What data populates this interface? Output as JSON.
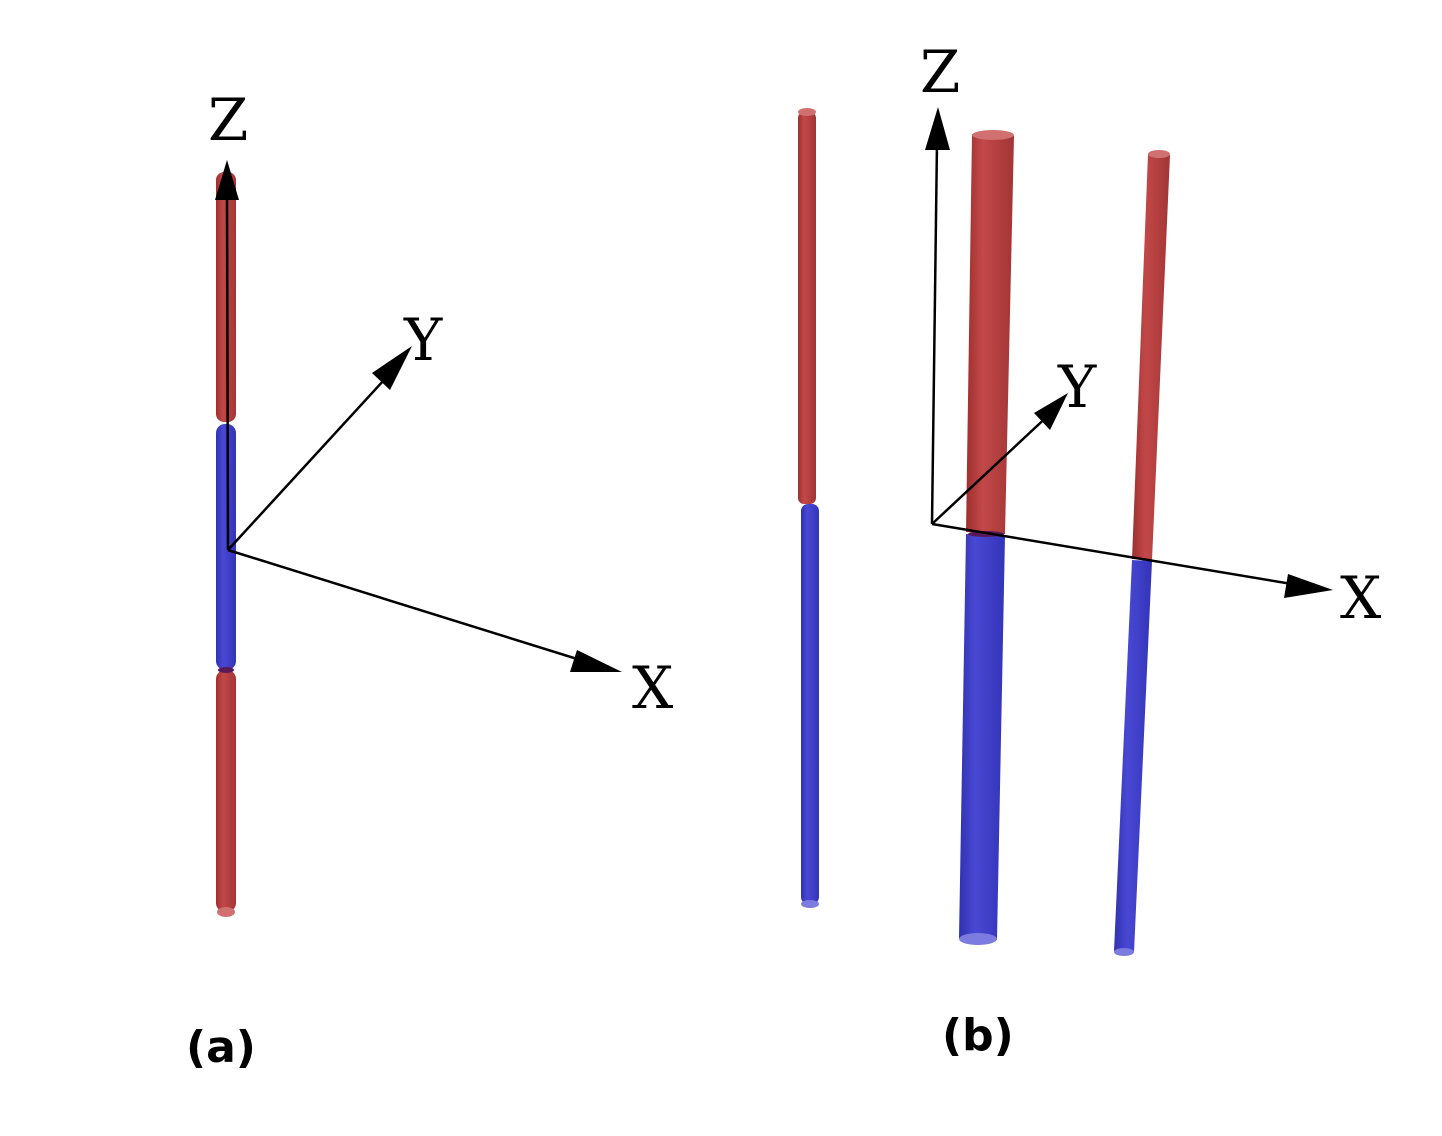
{
  "colors": {
    "red_segment": "#b23a3a",
    "red_cap": "#d07070",
    "blue_segment": "#3a3ac4",
    "blue_cap": "#7b7be0",
    "axis": "#000000"
  },
  "panels": [
    {
      "id": "a",
      "label": "(a)",
      "axes": {
        "x": "X",
        "y": "Y",
        "z": "Z"
      }
    },
    {
      "id": "b",
      "label": "(b)",
      "axes": {
        "x": "X",
        "y": "Y",
        "z": "Z"
      }
    }
  ]
}
